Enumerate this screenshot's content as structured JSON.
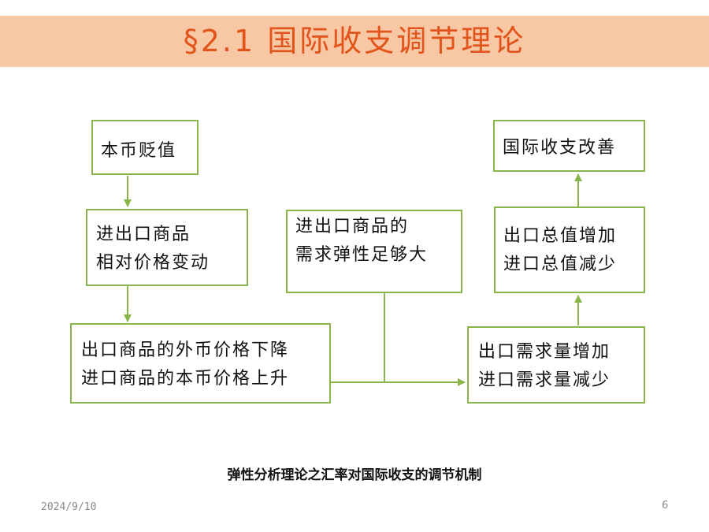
{
  "slide": {
    "title": "§2.1 国际收支调节理论",
    "caption": "弹性分析理论之汇率对国际收支的调节机制",
    "date": "2024/9/10",
    "page_number": "6"
  },
  "boxes": {
    "depreciation": {
      "lines": [
        "本币贬值"
      ]
    },
    "relative_price": {
      "lines": [
        "进出口商品",
        "相对价格变动"
      ]
    },
    "price_change": {
      "lines": [
        "出口商品的外币价格下降",
        "进口商品的本币价格上升"
      ]
    },
    "elasticity": {
      "lines": [
        "进出口商品的",
        "需求弹性足够大"
      ]
    },
    "demand_change": {
      "lines": [
        "出口需求量增加",
        "进口需求量减少"
      ]
    },
    "value_change": {
      "lines": [
        "出口总值增加",
        "进口总值减少"
      ]
    },
    "improvement": {
      "lines": [
        "国际收支改善"
      ]
    }
  },
  "colors": {
    "title_band": "#f8c7a4",
    "title_text": "#e2541b",
    "box_border": "#8ab54a",
    "connector": "#8ab54a"
  }
}
